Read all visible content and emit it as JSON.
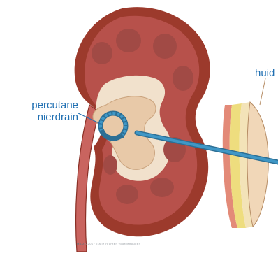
{
  "labels": {
    "drain_line1": "percutane",
    "drain_line2": "nierdrain",
    "skin": "huid"
  },
  "credit": {
    "brand": "MSU",
    "text": "©2017 • alle rechten voorbehouden"
  },
  "colors": {
    "label_text": "#1f6fb2",
    "leader_line": "#1f6fb2",
    "kidney_capsule": "#9c3a2c",
    "kidney_cortex": "#b7514b",
    "medulla_pyramid": "#a14a45",
    "renal_pelvis": "#e8c9a8",
    "sinus_fat": "#f1e1cc",
    "drain_tube": "#3f97c6",
    "skin_epidermis": "#f1d7b8",
    "skin_dermis": "#f3e3b8",
    "skin_fat": "#eedd7e",
    "skin_muscle": "#e38a78"
  }
}
